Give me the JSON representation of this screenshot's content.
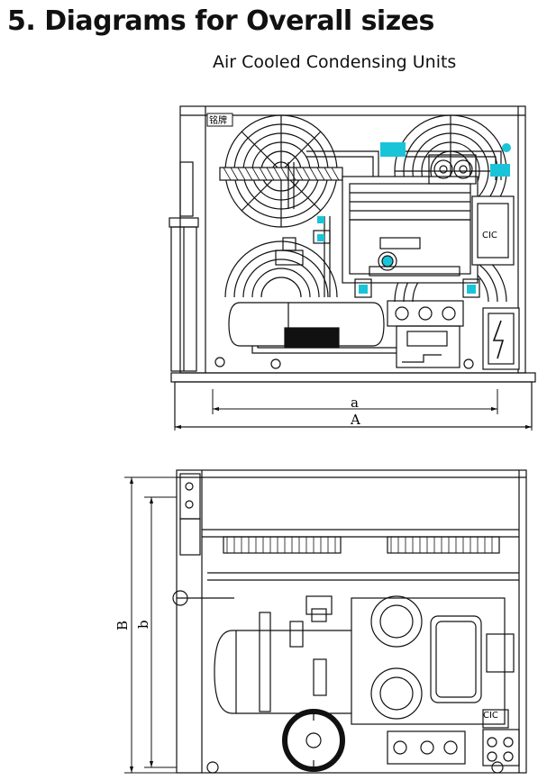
{
  "heading": "5. Diagrams for Overall sizes",
  "subheading": "Air Cooled Condensing Units",
  "front_view": {
    "nameplate_label": "铭牌",
    "cic_label": "CIC",
    "dim_inner": "a",
    "dim_outer": "A"
  },
  "top_view": {
    "cic_label": "CIC",
    "dim_outer": "B",
    "dim_inner": "b"
  },
  "colors": {
    "line": "#111111",
    "highlight": "#19c4d8"
  }
}
